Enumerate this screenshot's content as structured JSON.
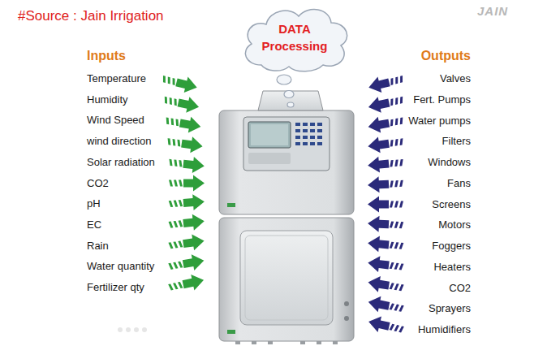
{
  "diagram": {
    "nodes": [
      {
        "text": [
          "DATA Processing"
        ]
      }
    ],
    "labels": [
      "#Source : Jain Irrigation",
      "Inputs",
      "Temperature",
      "Humidity",
      "Wind Speed",
      "wind direction",
      "Solar radiation",
      "CO2",
      "pH",
      "EC",
      "Rain",
      "Water quantity",
      "Fertilizer qty",
      "Outputs",
      "Valves",
      "Fert. Pumps",
      "Water pumps",
      "Filters",
      "Windows",
      "Fans",
      "Screens",
      "Motors",
      "Foggers",
      "Heaters",
      "CO2",
      "Sprayers",
      "Humidifiers",
      "JAIN"
    ]
  }
}
